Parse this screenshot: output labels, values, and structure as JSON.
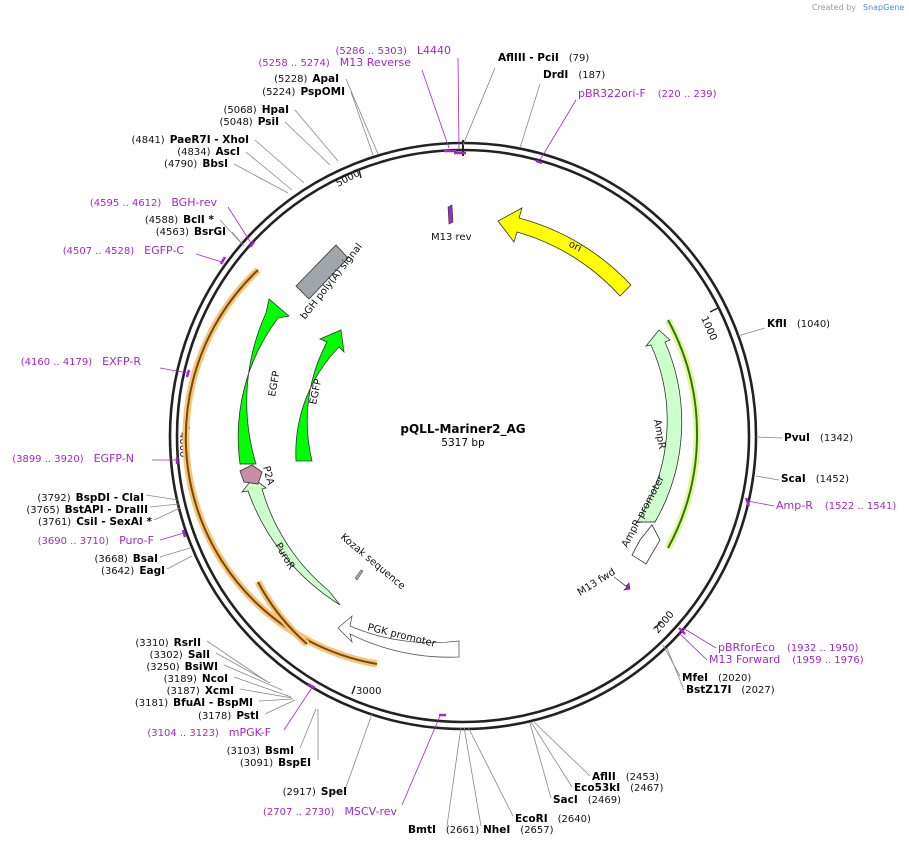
{
  "credit": {
    "created_by": "Created by",
    "brand": "SnapGene"
  },
  "plasmid": {
    "name": "pQLL-Mariner2_AG",
    "size": "5317 bp"
  },
  "ruler": [
    "1000",
    "2000",
    "3000",
    "4000",
    "5000"
  ],
  "colors": {
    "backbone": "#222222",
    "primer": "#a127c9",
    "ori": "#ffff00",
    "egfp": "#00ff00",
    "amp": "#ccffcc",
    "polyA": "#a0a5ab",
    "orange": "#f7c27a",
    "p2a": "#c68ea8"
  },
  "sites": [
    {
      "pos": "(79)",
      "name": "AflIII  - PciI",
      "side": "right"
    },
    {
      "pos": "(187)",
      "name": "DrdI",
      "side": "right"
    },
    {
      "pos": "(1040)",
      "name": "KflI",
      "side": "right"
    },
    {
      "pos": "(1342)",
      "name": "PvuI",
      "side": "right"
    },
    {
      "pos": "(1452)",
      "name": "ScaI",
      "side": "right"
    },
    {
      "pos": "(2020)",
      "name": "MfeI",
      "side": "right"
    },
    {
      "pos": "(2027)",
      "name": "BstZ17I",
      "side": "right"
    },
    {
      "pos": "(2453)",
      "name": "AflII",
      "side": "right"
    },
    {
      "pos": "(2467)",
      "name": "Eco53kI",
      "side": "right"
    },
    {
      "pos": "(2469)",
      "name": "SacI",
      "side": "right"
    },
    {
      "pos": "(2640)",
      "name": "EcoRI",
      "side": "right"
    },
    {
      "pos": "(2657)",
      "name": "NheI",
      "side": "right"
    },
    {
      "pos": "(2661)",
      "name": "BmtI",
      "side": "right"
    },
    {
      "pos": "(2917)",
      "name": "SpeI",
      "side": "left"
    },
    {
      "pos": "(3091)",
      "name": "BspEI",
      "side": "left"
    },
    {
      "pos": "(3103)",
      "name": "BsmI",
      "side": "left"
    },
    {
      "pos": "(3178)",
      "name": "PstI",
      "side": "left"
    },
    {
      "pos": "(3181)",
      "name": "BfuAI  - BspMI",
      "side": "left"
    },
    {
      "pos": "(3187)",
      "name": "XcmI",
      "side": "left"
    },
    {
      "pos": "(3189)",
      "name": "NcoI",
      "side": "left"
    },
    {
      "pos": "(3250)",
      "name": "BsiWI",
      "side": "left"
    },
    {
      "pos": "(3302)",
      "name": "SalI",
      "side": "left"
    },
    {
      "pos": "(3310)",
      "name": "RsrII",
      "side": "left"
    },
    {
      "pos": "(3642)",
      "name": "EagI",
      "side": "left"
    },
    {
      "pos": "(3668)",
      "name": "BsaI",
      "side": "left"
    },
    {
      "pos": "(3761)",
      "name": "CsiI  - SexAI *",
      "side": "left"
    },
    {
      "pos": "(3765)",
      "name": "BstAPI  - DraIII",
      "side": "left"
    },
    {
      "pos": "(3792)",
      "name": "BspDI  - ClaI",
      "side": "left"
    },
    {
      "pos": "(4563)",
      "name": "BsrGI",
      "side": "left"
    },
    {
      "pos": "(4588)",
      "name": "BclI *",
      "side": "left"
    },
    {
      "pos": "(4790)",
      "name": "BbsI",
      "side": "left"
    },
    {
      "pos": "(4834)",
      "name": "AscI",
      "side": "left"
    },
    {
      "pos": "(4841)",
      "name": "PaeR7I  - XhoI",
      "side": "left"
    },
    {
      "pos": "(5048)",
      "name": "PsiI",
      "side": "left"
    },
    {
      "pos": "(5068)",
      "name": "HpaI",
      "side": "left"
    },
    {
      "pos": "(5224)",
      "name": "PspOMI",
      "side": "left"
    },
    {
      "pos": "(5228)",
      "name": "ApaI",
      "side": "left"
    }
  ],
  "primers": [
    {
      "name": "L4440",
      "range": "(5286 .. 5303)"
    },
    {
      "name": "M13 Reverse",
      "range": "(5258 .. 5274)"
    },
    {
      "name": "pBR322ori-F",
      "range": "(220 .. 239)"
    },
    {
      "name": "Amp-R",
      "range": "(1522 .. 1541)"
    },
    {
      "name": "pBRforEco",
      "range": "(1932 .. 1950)"
    },
    {
      "name": "M13 Forward",
      "range": "(1959 .. 1976)"
    },
    {
      "name": "MSCV-rev",
      "range": "(2707 .. 2730)"
    },
    {
      "name": "mPGK-F",
      "range": "(3104 .. 3123)"
    },
    {
      "name": "Puro-F",
      "range": "(3690 .. 3710)"
    },
    {
      "name": "EGFP-N",
      "range": "(3899 .. 3920)"
    },
    {
      "name": "EXFP-R",
      "range": "(4160 .. 4179)"
    },
    {
      "name": "EGFP-C",
      "range": "(4507 .. 4528)"
    },
    {
      "name": "BGH-rev",
      "range": "(4595 .. 4612)"
    }
  ],
  "features": [
    "ori",
    "AmpR",
    "AmpR promoter",
    "M13 fwd",
    "M13 rev",
    "PGK promoter",
    "Kozak sequence",
    "PuroR",
    "P2A",
    "EGFP",
    "EGFP",
    "bGH poly(A) signal"
  ]
}
